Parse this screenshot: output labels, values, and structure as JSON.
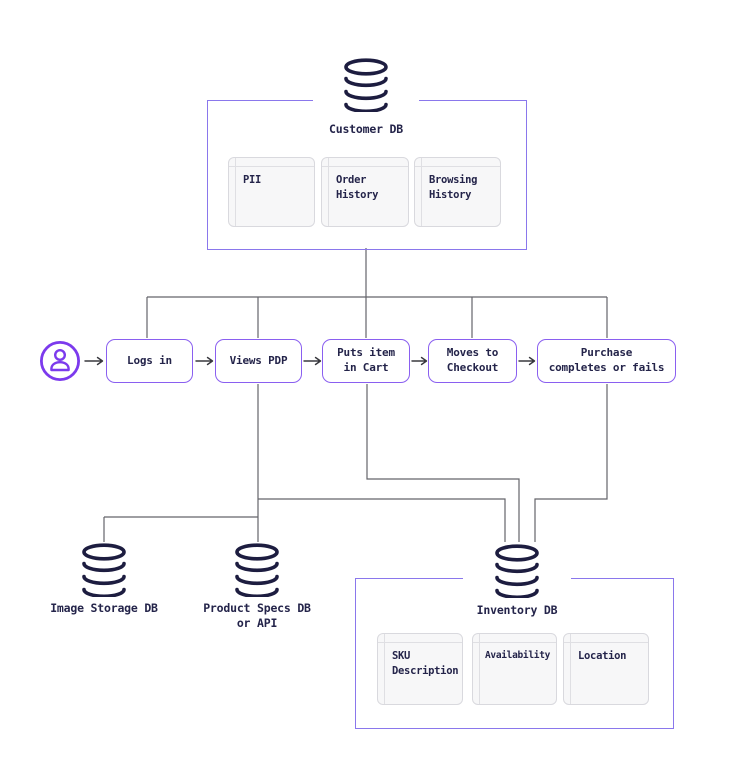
{
  "colors": {
    "accent_purple": "#7c3aed",
    "flow_border_purple": "#8a5ff0",
    "container_border_purple": "#8a77ec",
    "ink_navy": "#24244a",
    "connector_gray": "#64646a",
    "card_bg": "#f7f7f8",
    "card_border": "#d9d9de"
  },
  "actor": {
    "icon": "user-icon"
  },
  "flow_steps": [
    {
      "label": "Logs in"
    },
    {
      "label": "Views PDP"
    },
    {
      "label": "Puts item\nin Cart"
    },
    {
      "label": "Moves to\nCheckout"
    },
    {
      "label": "Purchase\ncompletes or fails"
    }
  ],
  "databases": {
    "customer": {
      "label": "Customer DB",
      "fields": [
        "PII",
        "Order\nHistory",
        "Browsing\nHistory"
      ]
    },
    "image_storage": {
      "label": "Image Storage DB"
    },
    "product_specs": {
      "label": "Product Specs DB\nor API"
    },
    "inventory": {
      "label": "Inventory DB",
      "fields": [
        "SKU\nDescription",
        "Availability",
        "Location"
      ]
    }
  }
}
